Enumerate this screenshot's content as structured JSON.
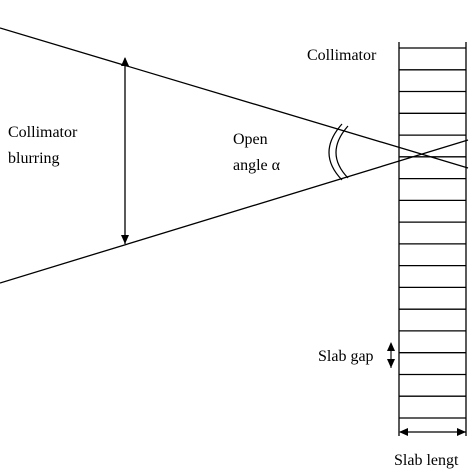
{
  "labels": {
    "collimator": "Collimator",
    "collimator_blurring_line1": "Collimator",
    "collimator_blurring_line2": "blurring",
    "open_angle_line1": "Open",
    "open_angle_line2": "angle α",
    "slab_gap": "Slab gap",
    "slab_length": "Slab lengt"
  },
  "collimator": {
    "slab_count": 18
  },
  "colors": {
    "stroke": "#000000",
    "background": "#ffffff"
  }
}
